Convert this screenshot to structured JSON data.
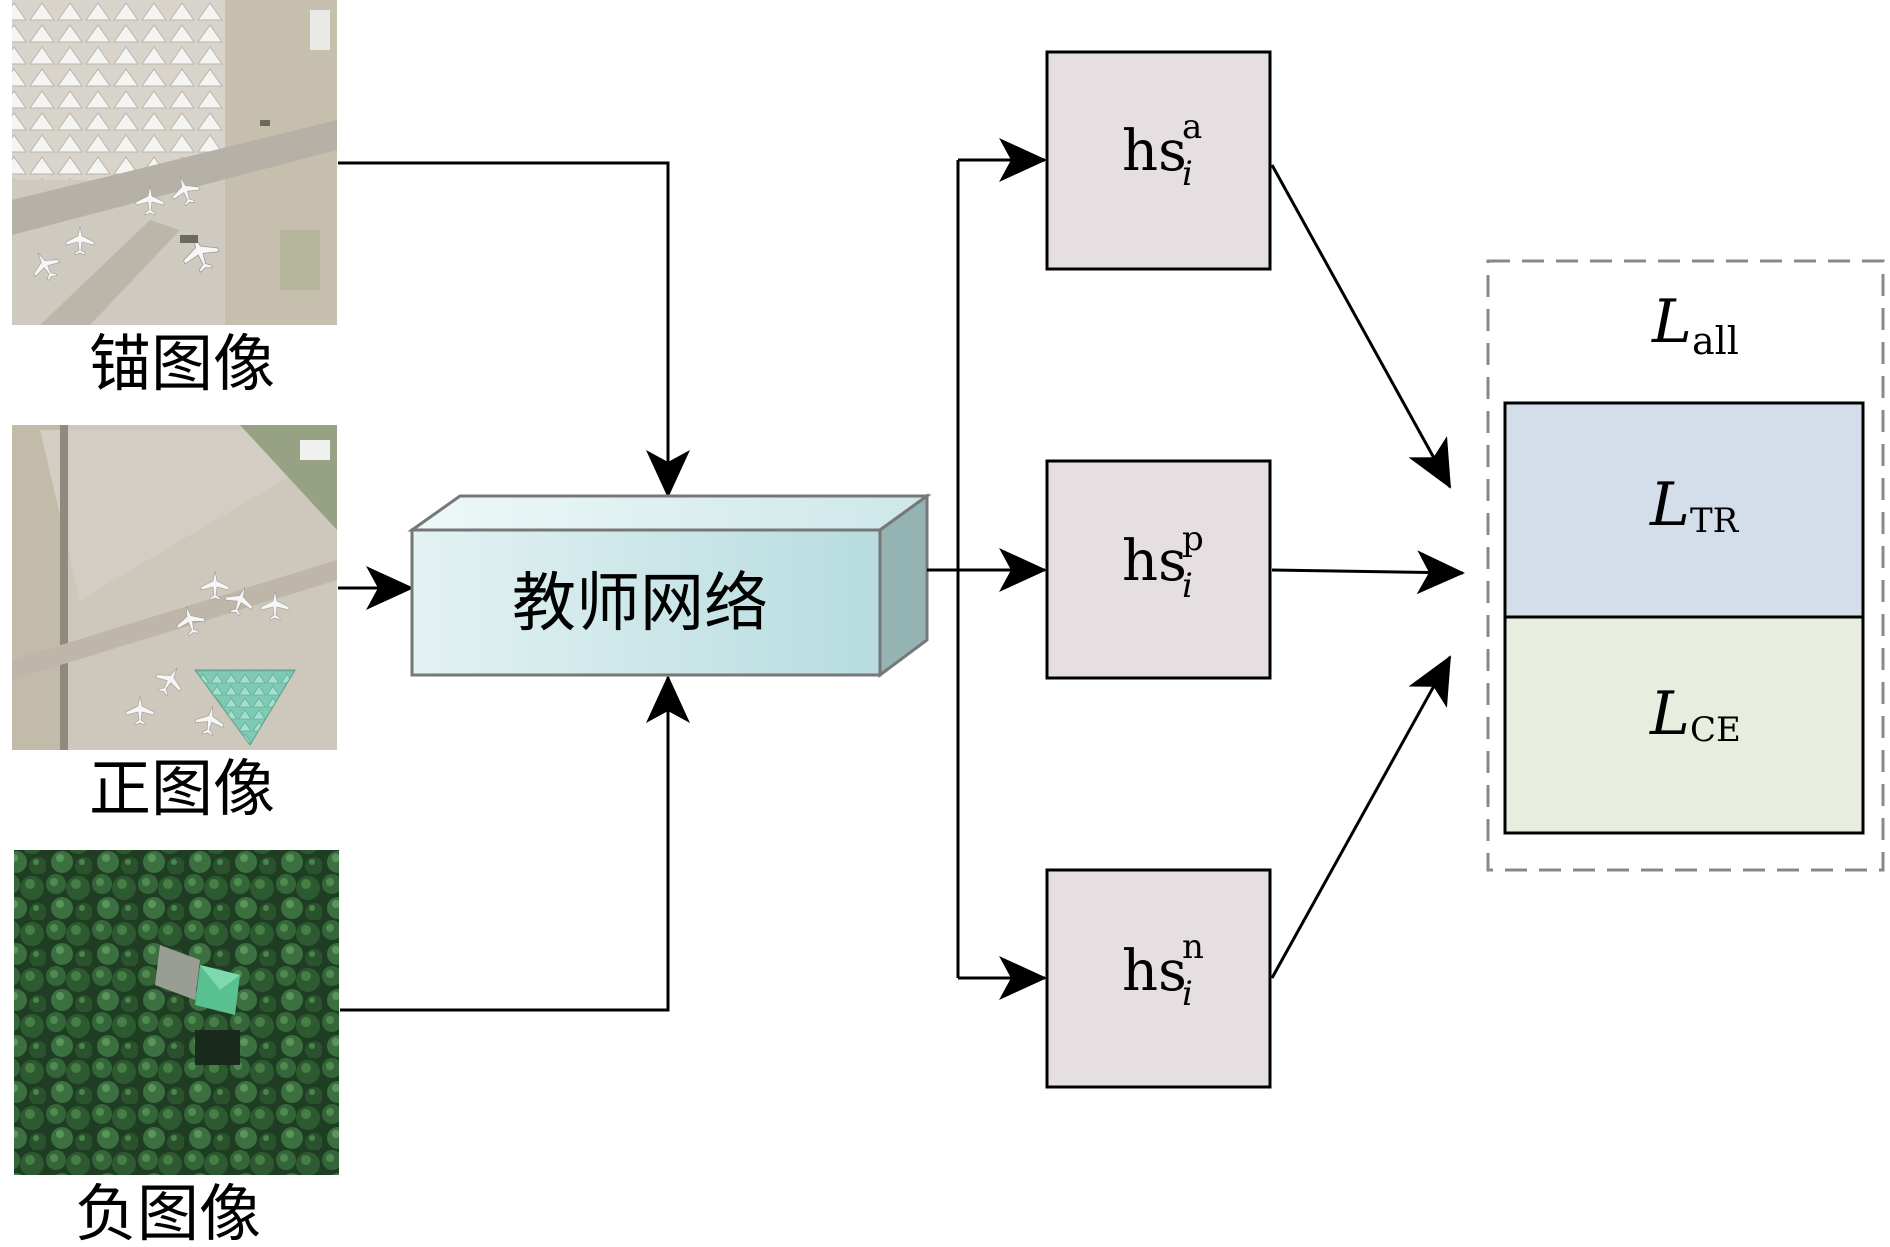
{
  "images": {
    "anchor": {
      "caption": "锚图像",
      "scene": "airfield with parked aircraft"
    },
    "positive": {
      "caption": "正图像",
      "scene": "airfield with parked aircraft"
    },
    "negative": {
      "caption": "负图像",
      "scene": "forest canopy with building"
    }
  },
  "network": {
    "label": "教师网络"
  },
  "hidden_states": [
    {
      "base": "hs",
      "sup": "a",
      "sub": "i"
    },
    {
      "base": "hs",
      "sup": "p",
      "sub": "i"
    },
    {
      "base": "hs",
      "sup": "n",
      "sub": "i"
    }
  ],
  "loss_group": {
    "total": {
      "base": "L",
      "sub": "all"
    },
    "components": [
      {
        "base": "L",
        "sub": "TR"
      },
      {
        "base": "L",
        "sub": "CE"
      }
    ]
  },
  "colors": {
    "network_front": "#c3e4e6",
    "network_side": "#93b4b3",
    "hidden_state_fill": "#e6dfe1",
    "loss_tr_fill": "#d4deea",
    "loss_ce_fill": "#e7eedf",
    "dashed_border": "#888888",
    "line": "#000000"
  }
}
